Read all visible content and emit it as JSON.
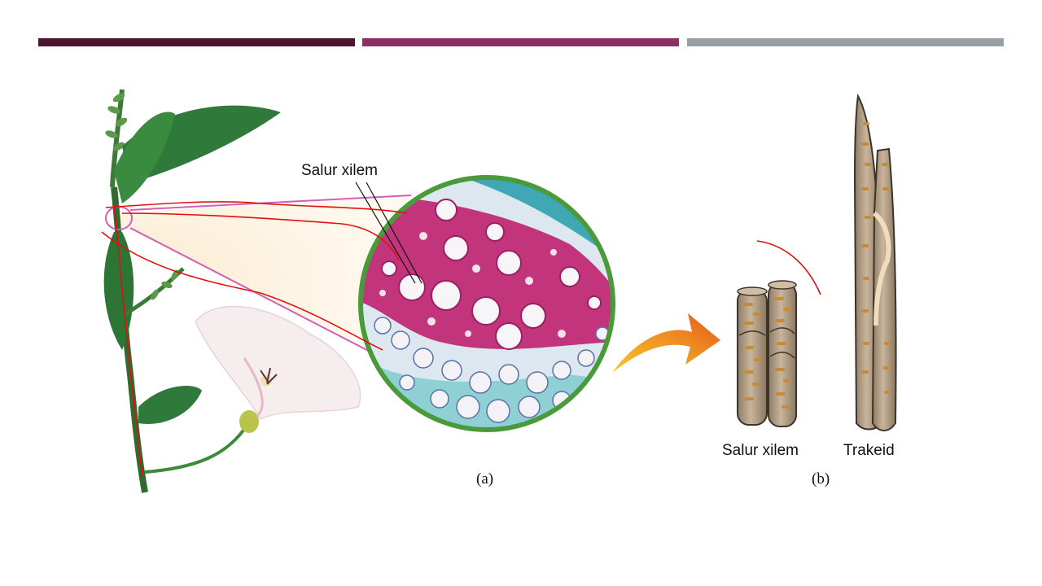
{
  "header_bars": [
    {
      "name": "bar-1",
      "color": "#4a1530"
    },
    {
      "name": "bar-2",
      "color": "#8d2f66"
    },
    {
      "name": "bar-3",
      "color": "#98a0a6"
    }
  ],
  "labels": {
    "salur_xilem_top": "Salur xilem",
    "salur_xilem_bottom": "Salur xilem",
    "trakeid": "Trakeid",
    "panel_a": "(a)",
    "panel_b": "(b)"
  },
  "colors": {
    "leaf": "#2f7a3a",
    "circle_border": "#4a9a3c",
    "cell_magenta": "#c2357c",
    "cell_teal": "#3fa8b4",
    "callout_line": "#d060b8",
    "annotation_red": "#e01010",
    "arrow_orange": "#e8661e",
    "vessel_tan": "#b9a58d",
    "pit": "#c7893a"
  },
  "icons": {
    "arrow": "curved-arrow-icon"
  }
}
